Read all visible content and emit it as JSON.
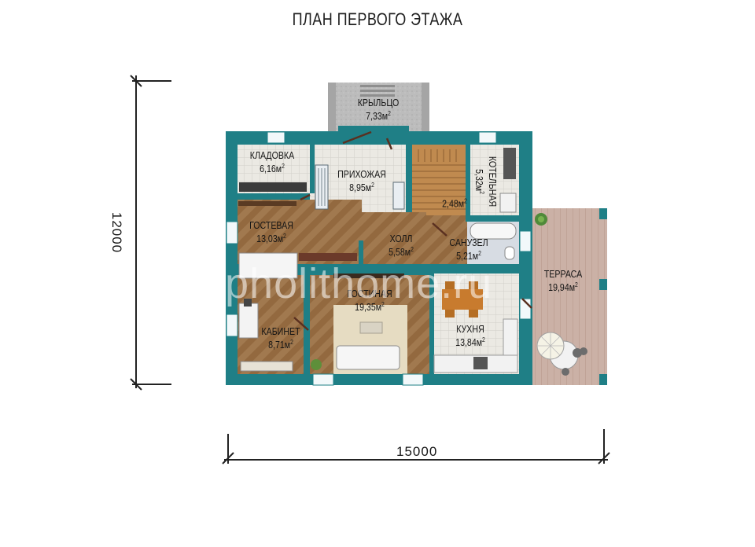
{
  "title": "ПЛАН ПЕРВОГО ЭТАЖА",
  "rooms": [
    {
      "name": "КРЫЛЬЦО",
      "area": "7,33м",
      "sup": "2"
    },
    {
      "name": "КЛАДОВКА",
      "area": "6,16м",
      "sup": "2"
    },
    {
      "name": "ПРИХОЖАЯ",
      "area": "8,95м",
      "sup": "2"
    },
    {
      "name": "",
      "area": "2,48м",
      "sup": "2"
    },
    {
      "name": "КОТЕЛЬНАЯ",
      "area": "5,32м",
      "sup": "2"
    },
    {
      "name": "ГОСТЕВАЯ",
      "area": "13,03м",
      "sup": "2"
    },
    {
      "name": "ХОЛЛ",
      "area": "5,58м",
      "sup": "2"
    },
    {
      "name": "САНУЗЕЛ",
      "area": "5,21м",
      "sup": "2"
    },
    {
      "name": "ТЕРРАСА",
      "area": "19,94м",
      "sup": "2"
    },
    {
      "name": "ГОСТИНАЯ",
      "area": "19,35м",
      "sup": "2"
    },
    {
      "name": "КАБИНЕТ",
      "area": "8,71м",
      "sup": "2"
    },
    {
      "name": "КУХНЯ",
      "area": "13,84м",
      "sup": "2"
    }
  ],
  "dimensions": {
    "vertical": "12000",
    "horizontal": "15000"
  },
  "watermark": "pholithome.ru",
  "colors": {
    "wall": "#1f7f86",
    "wood": "#9a7148",
    "tile": "#e7e5df",
    "terrace": "#c9aea2",
    "porch": "#b9b9b9"
  }
}
